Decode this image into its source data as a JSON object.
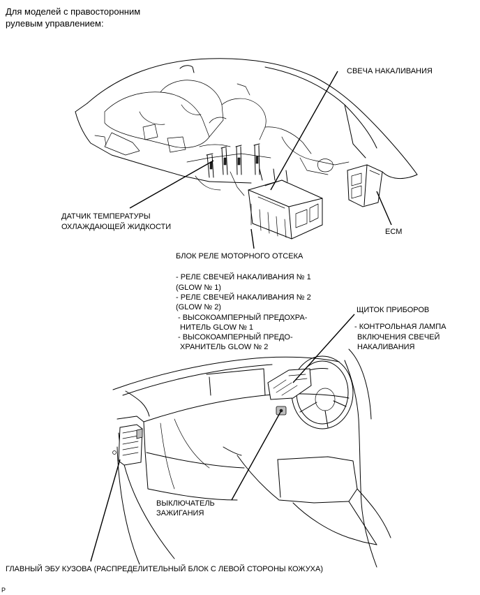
{
  "header": {
    "line1": "Для моделей с правосторонним",
    "line2": "рулевым управлением:"
  },
  "labels": {
    "glow_plug": "СВЕЧА НАКАЛИВАНИЯ",
    "coolant_sensor_1": "ДАТЧИК ТЕМПЕРАТУРЫ",
    "coolant_sensor_2": "ОХЛАЖДАЮЩЕЙ ЖИДКОСТИ",
    "ecm": "ECM",
    "relay_block": "БЛОК РЕЛЕ МОТОРНОГО ОТСЕКА",
    "relay_items": [
      "- РЕЛЕ СВЕЧЕЙ НАКАЛИВАНИЯ № 1",
      "(GLOW № 1)",
      "- РЕЛЕ СВЕЧЕЙ НАКАЛИВАНИЯ № 2",
      "(GLOW № 2)",
      "- ВЫСОКОАМПЕРНЫЙ ПРЕДОХРА-",
      "НИТЕЛЬ GLOW № 1",
      "- ВЫСОКОАМПЕРНЫЙ ПРЕДО-",
      "ХРАНИТЕЛЬ GLOW № 2"
    ],
    "combination_meter": "ЩИТОК ПРИБОРОВ",
    "indicator_items": [
      "- КОНТРОЛЬНАЯ ЛАМПА",
      "ВКЛЮЧЕНИЯ СВЕЧЕЙ",
      "НАКАЛИВАНИЯ"
    ],
    "ignition_switch_1": "ВЫКЛЮЧАТЕЛЬ",
    "ignition_switch_2": "ЗАЖИГАНИЯ",
    "main_body_ecu": "ГЛАВНЫЙ ЭБУ КУЗОВА (РАСПРЕДЕЛИТЕЛЬНЫЙ БЛОК С ЛЕВОЙ СТОРОНЫ КОЖУХА)",
    "corner_mark": "P"
  }
}
